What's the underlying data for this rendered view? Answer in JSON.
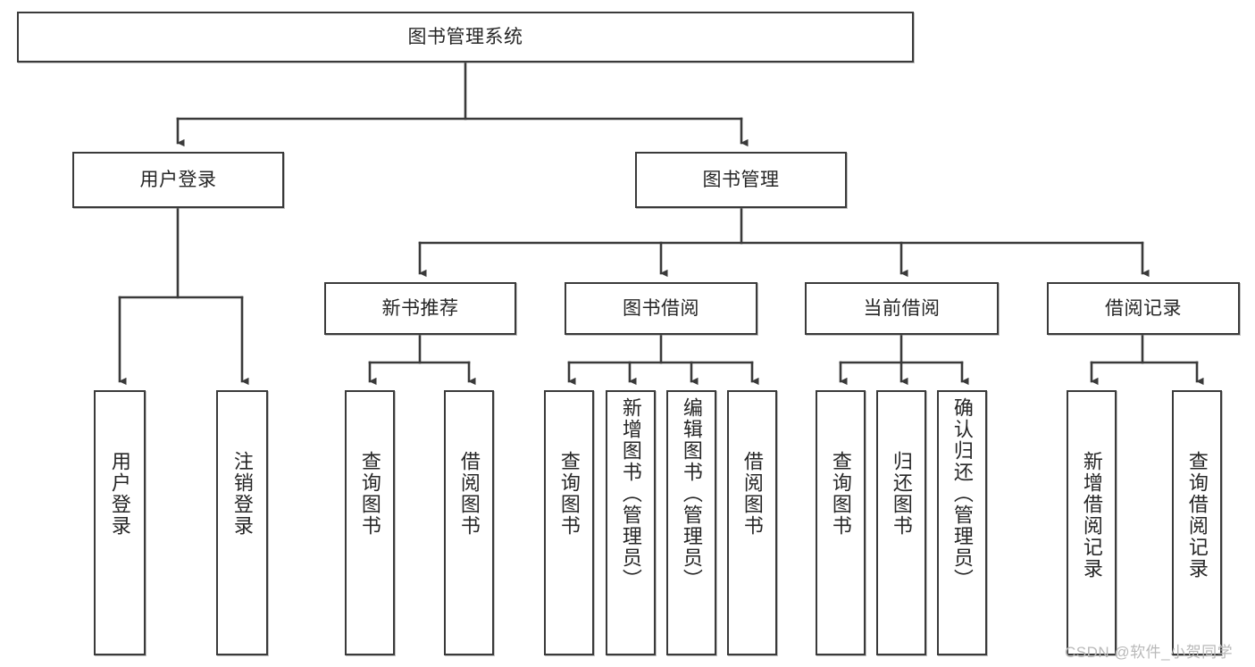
{
  "diagram": {
    "title": "图书管理系统",
    "type": "tree-hierarchy",
    "watermark": "CSDN @软件_小贺同学",
    "colors": {
      "border": "#3a3a3a",
      "background": "#ffffff",
      "text": "#262626",
      "edge": "#3a3a3a",
      "watermark": "#b9b9b9"
    },
    "nodes": {
      "root": {
        "label": "图书管理系统"
      },
      "level2": [
        {
          "label": "用户登录"
        },
        {
          "label": "图书管理"
        }
      ],
      "level3": [
        {
          "label": "新书推荐"
        },
        {
          "label": "图书借阅"
        },
        {
          "label": "当前借阅"
        },
        {
          "label": "借阅记录"
        }
      ],
      "leaves": {
        "user_login": [
          {
            "label": "用户登录"
          },
          {
            "label": "注销登录"
          }
        ],
        "new_book_recommend": [
          {
            "label": "查询图书"
          },
          {
            "label": "借阅图书"
          }
        ],
        "book_borrow": [
          {
            "label": "查询图书"
          },
          {
            "label": "新增图书（管理员）"
          },
          {
            "label": "编辑图书（管理员）"
          },
          {
            "label": "借阅图书"
          }
        ],
        "current_borrow": [
          {
            "label": "查询图书"
          },
          {
            "label": "归还图书"
          },
          {
            "label": "确认归还（管理员）"
          }
        ],
        "borrow_record": [
          {
            "label": "新增借阅记录"
          },
          {
            "label": "查询借阅记录"
          }
        ]
      }
    }
  }
}
